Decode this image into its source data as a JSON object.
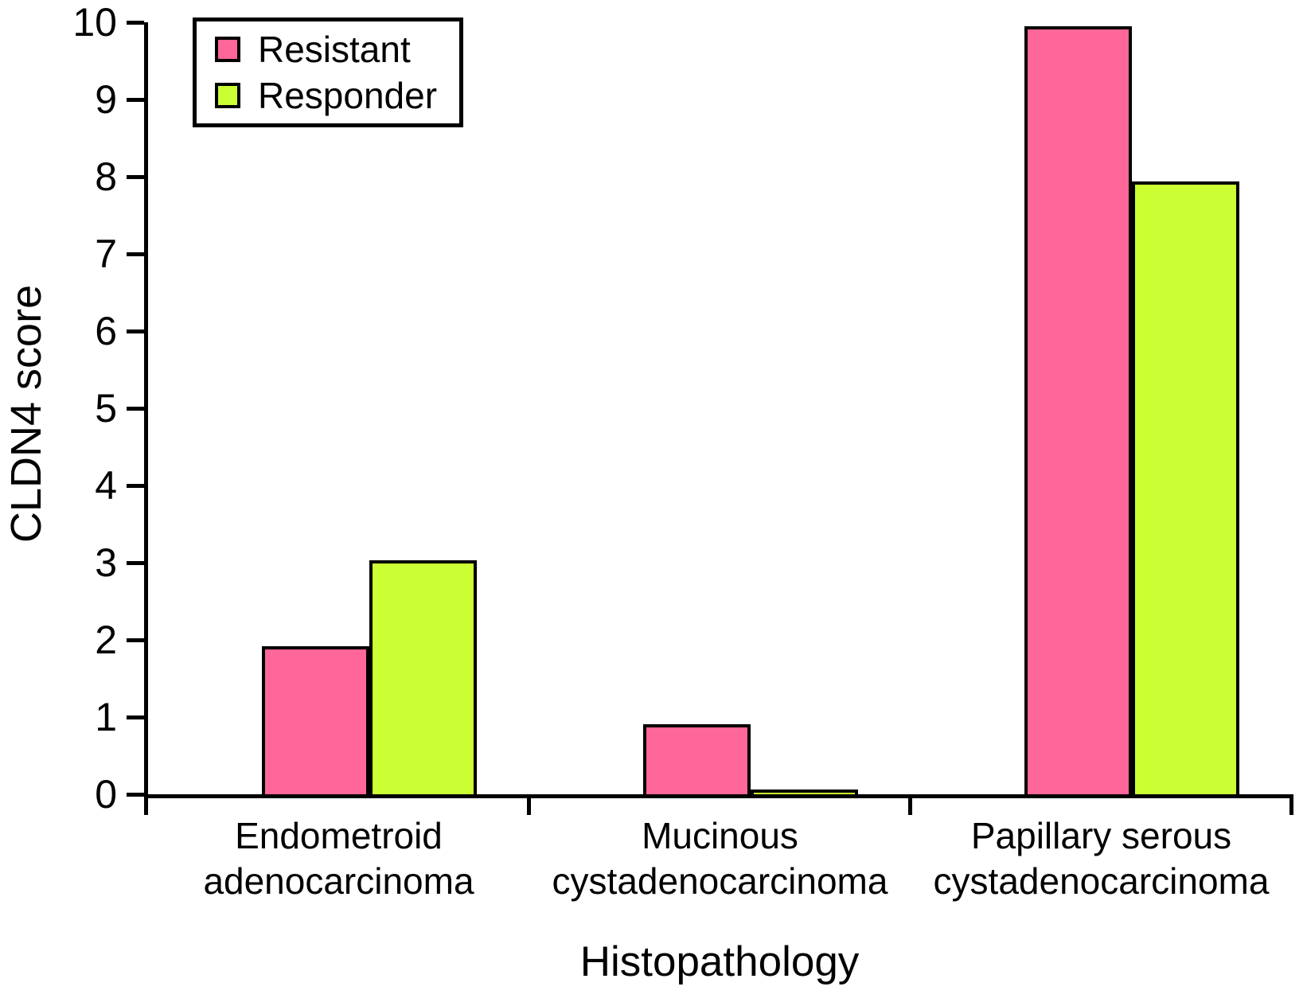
{
  "chart_data": {
    "type": "bar",
    "title": "",
    "xlabel": "Histopathology",
    "ylabel": "CLDN4 score",
    "ylim": [
      0,
      10
    ],
    "yticks": [
      0,
      1,
      2,
      3,
      4,
      5,
      6,
      7,
      8,
      9,
      10
    ],
    "grid": false,
    "legend_position": "top-left",
    "categories": [
      "Endometroid adenocarcinoma",
      "Mucinous cystadenocarcinoma",
      "Papillary serous cystadenocarcinoma"
    ],
    "categories_lines": [
      [
        "Endometroid",
        "adenocarcinoma"
      ],
      [
        "Mucinous",
        "cystadenocarcinoma"
      ],
      [
        "Papillary serous",
        "cystadenocarcinoma"
      ]
    ],
    "series": [
      {
        "name": "Resistant",
        "color": "#FF6699",
        "values": [
          1.92,
          0.91,
          9.95
        ]
      },
      {
        "name": "Responder",
        "color": "#CCFF33",
        "values": [
          3.03,
          0.06,
          7.94
        ]
      }
    ],
    "axis_color": "#000000",
    "bar_border_color": "#000000"
  }
}
